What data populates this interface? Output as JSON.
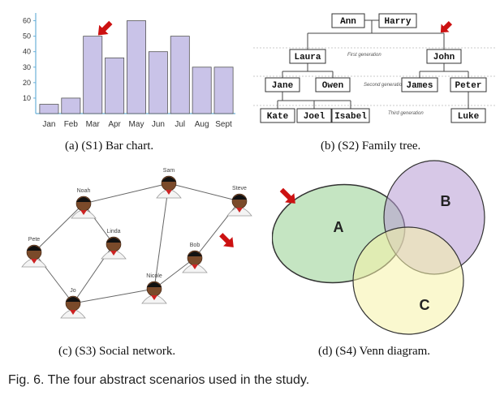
{
  "panels": {
    "a": {
      "caption": "(a)  (S1) Bar chart.",
      "chart_data": {
        "type": "bar",
        "categories": [
          "Jan",
          "Feb",
          "Mar",
          "Apr",
          "May",
          "Jun",
          "Jul",
          "Aug",
          "Sept"
        ],
        "values": [
          6,
          10,
          50,
          36,
          60,
          40,
          50,
          30,
          30
        ],
        "ylim": [
          0,
          65
        ],
        "yticks": [
          "10",
          "20",
          "30",
          "40",
          "50",
          "60"
        ],
        "ytick_values": [
          10,
          20,
          30,
          40,
          50,
          60
        ],
        "highlight_index": 2,
        "bar_color": "#c9c3e8",
        "bar_stroke": "#555555",
        "arrow_color": "#cc1111"
      }
    },
    "b": {
      "caption": "(b)  (S2) Family tree.",
      "nodes": {
        "ann": "Ann",
        "harry": "Harry",
        "laura": "Laura",
        "john": "John",
        "jane": "Jane",
        "owen": "Owen",
        "james": "James",
        "peter": "Peter",
        "kate": "Kate",
        "joel": "Joel",
        "isabel": "Isabel",
        "luke": "Luke"
      },
      "generations": {
        "first": "First generation",
        "second": "Second generation",
        "third": "Third generation"
      }
    },
    "c": {
      "caption": "(c)  (S3) Social network.",
      "people": {
        "sam": "Sam",
        "noah": "Noah",
        "steve": "Steve",
        "pete": "Pete",
        "linda": "Linda",
        "bob": "Bob",
        "nicole": "Nicole",
        "jo": "Jo"
      }
    },
    "d": {
      "caption": "(d)  (S4) Venn diagram.",
      "sets": {
        "a": "A",
        "b": "B",
        "c": "C"
      },
      "colors": {
        "a": "#9fd39a",
        "b": "#b79ad3",
        "c": "#f6f3a8"
      }
    }
  },
  "figure_caption": "Fig. 6. The four abstract scenarios used in the study."
}
